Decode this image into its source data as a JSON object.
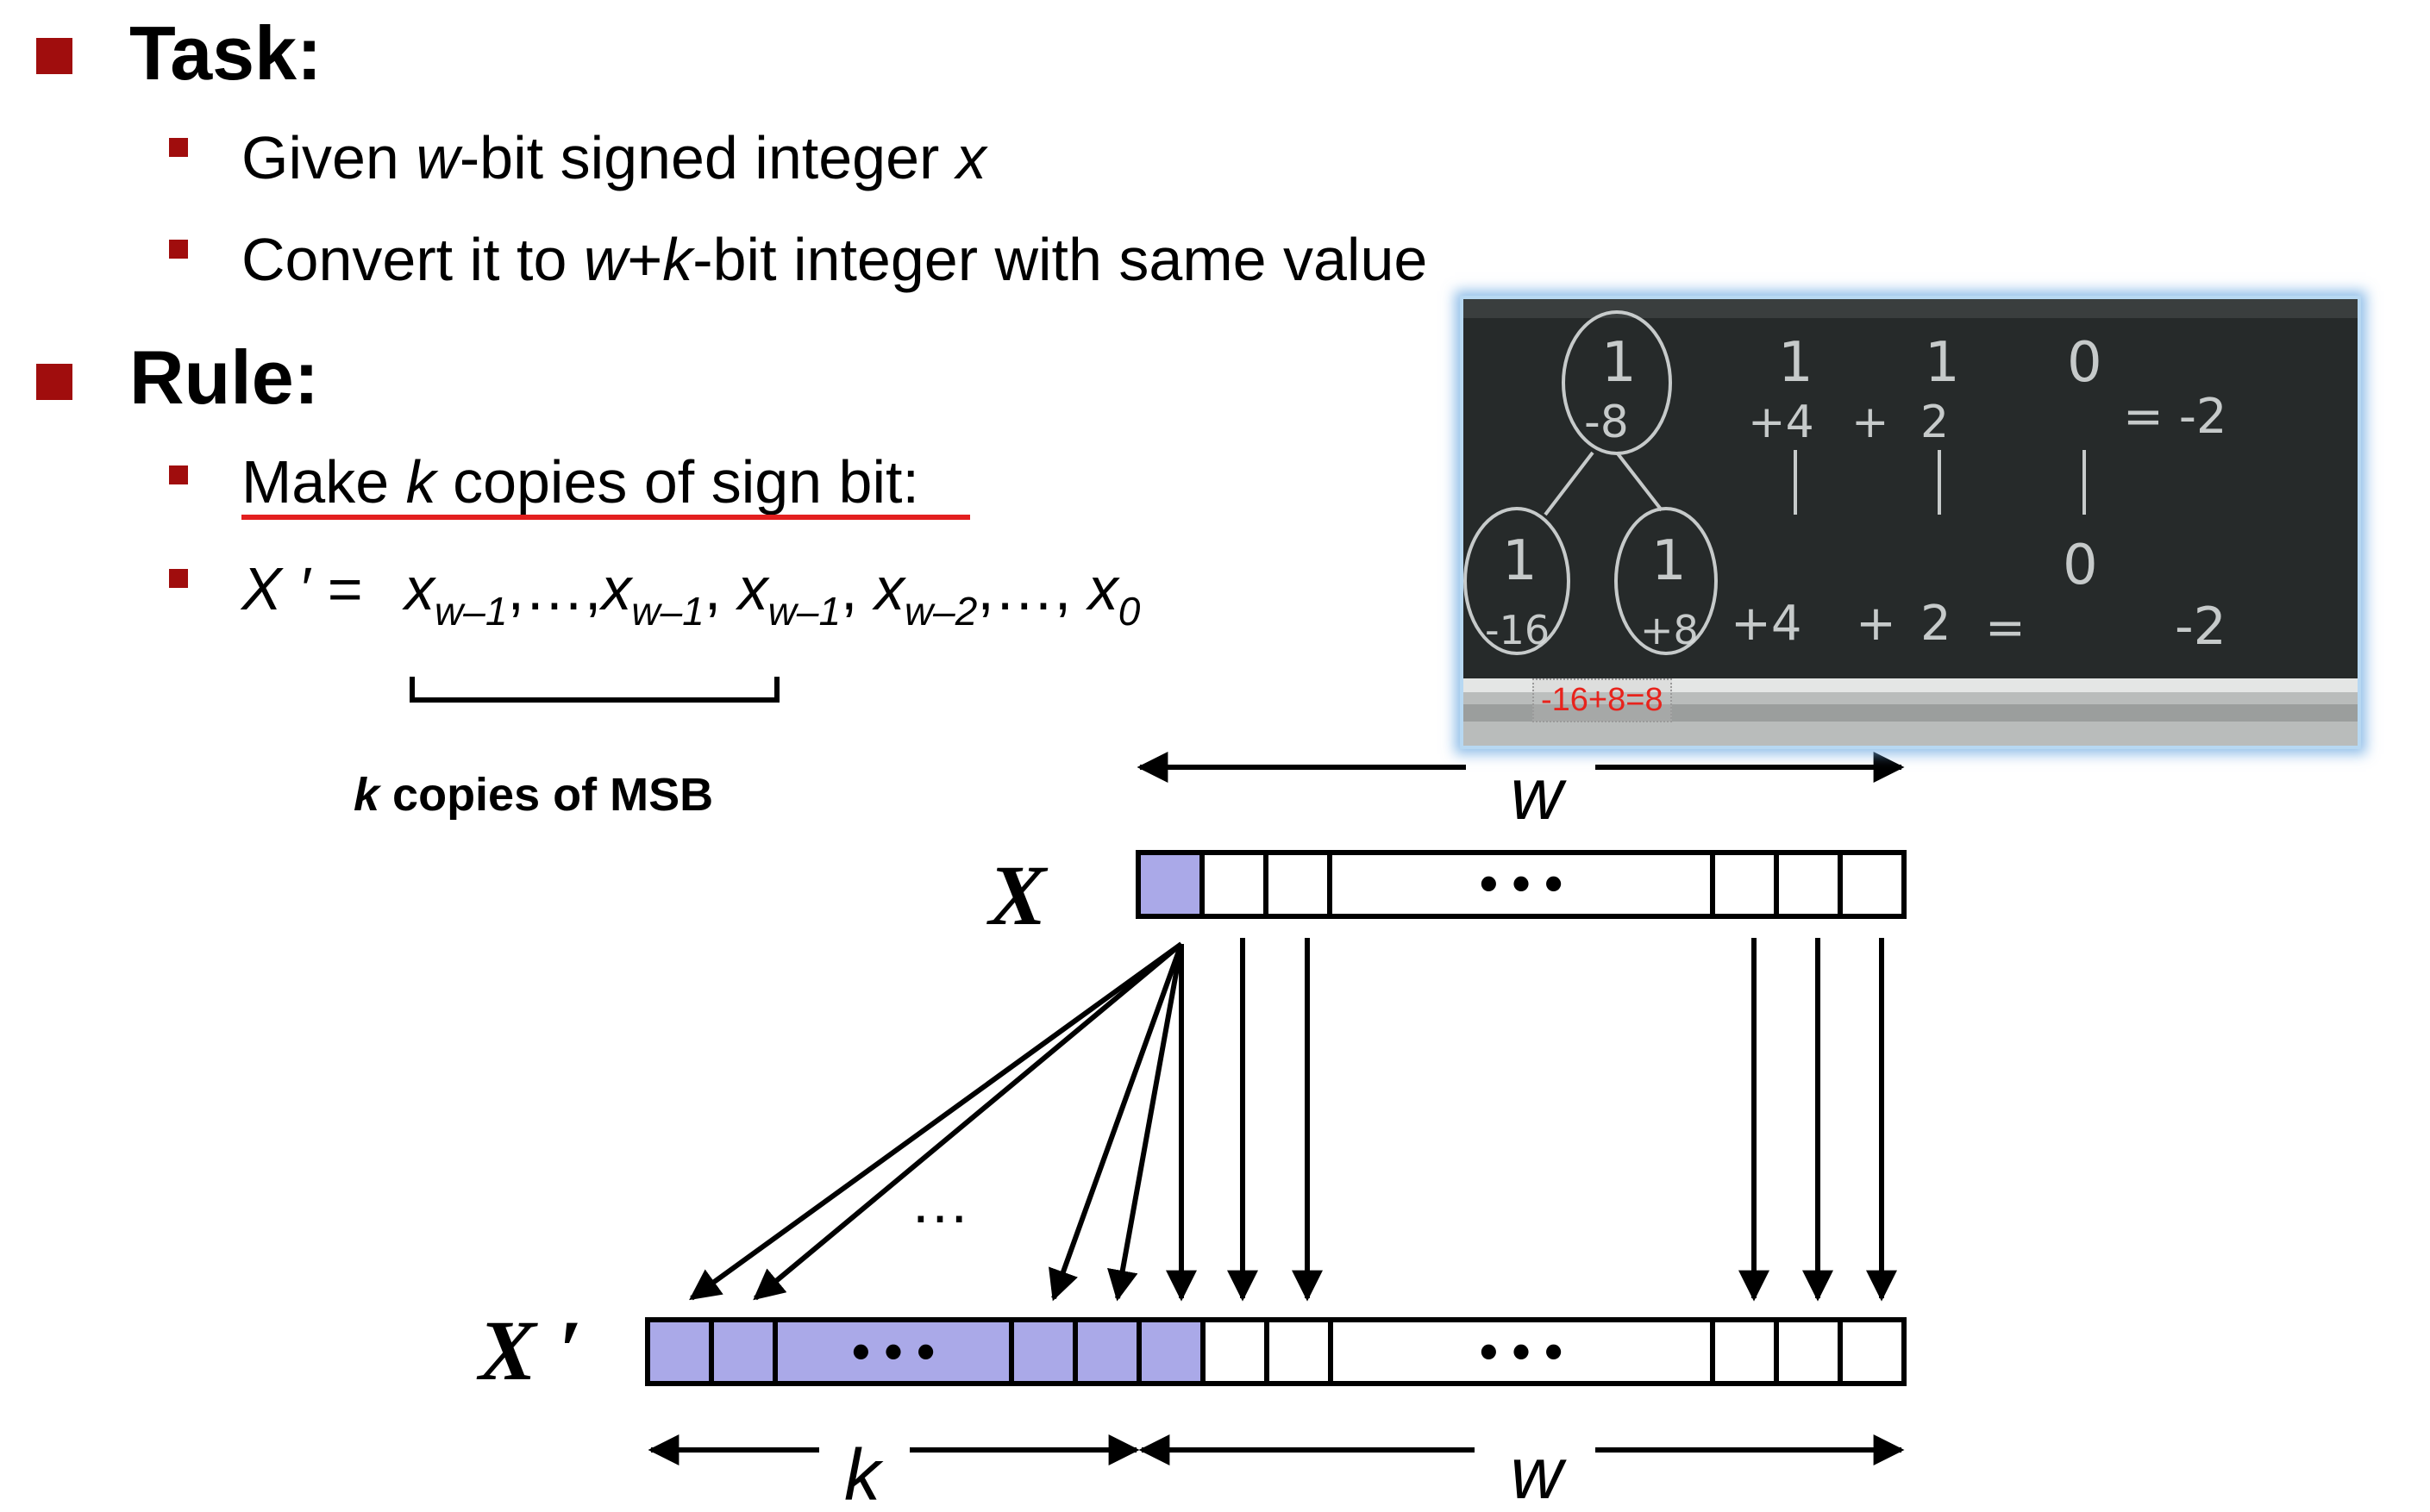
{
  "task": {
    "heading": "Task:",
    "items": [
      {
        "pre": "Given ",
        "var1": "w",
        "mid": "-bit signed integer ",
        "var2": "x",
        "post": ""
      },
      {
        "pre": "Convert it to ",
        "var1": "w",
        "plus": "+",
        "var2": "k",
        "post": "-bit integer with same value"
      }
    ]
  },
  "rule": {
    "heading": "Rule:",
    "item1": {
      "pre": "Make ",
      "var": "k",
      "post": " copies of sign bit:"
    },
    "item2": {
      "lhs": "X ′ = ",
      "x": "x",
      "sub_w1": "w–1",
      "sub_w2": "w–2",
      "sub_0": "0",
      "ellipsis_comma": ",…,",
      "comma": ","
    },
    "brace_label": {
      "var": "k",
      "text": " copies of MSB"
    }
  },
  "diagram": {
    "x_label": "X",
    "xprime_label": "X ′",
    "w_label": "w",
    "k_label": "k",
    "cell_dots": "• • •",
    "middle_dots": "…",
    "colors": {
      "sign_fill": "#aaa9e8",
      "empty_fill": "#ffffff",
      "stroke": "#000000"
    }
  },
  "photo": {
    "caption": "-16+8=8",
    "chalk_text": {
      "top_row": [
        "1",
        "-8",
        "1",
        "+4",
        "+",
        "1",
        "2",
        "0",
        "= -2"
      ],
      "bottom_row": [
        "1",
        "-16",
        "1",
        "+8",
        "+4",
        "+",
        "2",
        "=",
        "0",
        "-2"
      ]
    }
  }
}
